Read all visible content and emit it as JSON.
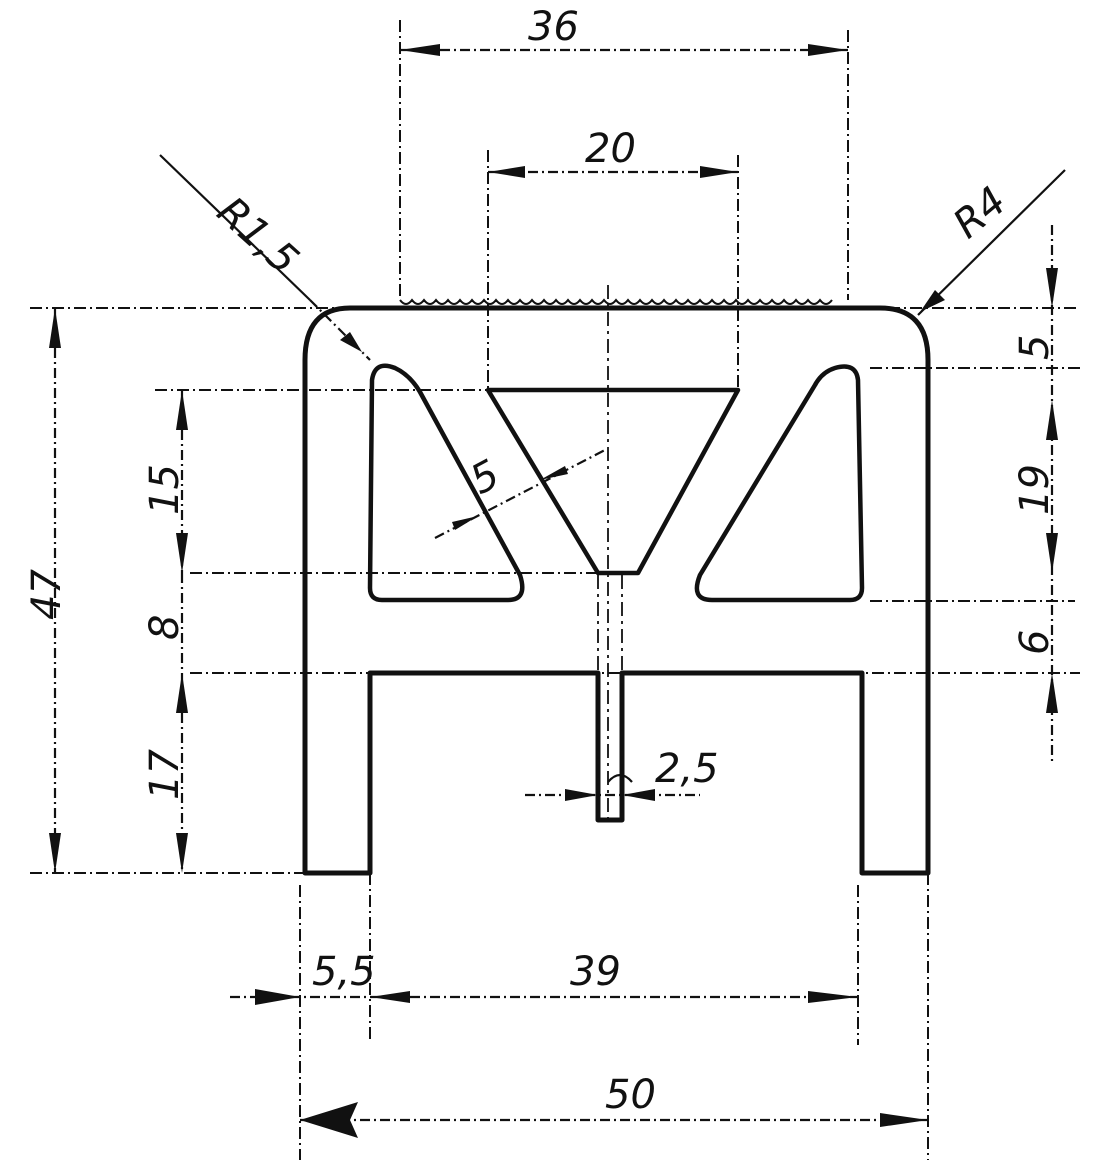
{
  "dimensions": {
    "top_width": "36",
    "inner_width": "20",
    "radius_left": "R1,5",
    "radius_right": "R4",
    "height_total": "47",
    "height_15": "15",
    "height_8": "8",
    "height_17": "17",
    "right_5": "5",
    "right_19": "19",
    "right_6": "6",
    "web_thickness": "5",
    "slot_width": "2,5",
    "leg_width": "5,5",
    "leg_gap": "39",
    "total_width": "50"
  }
}
